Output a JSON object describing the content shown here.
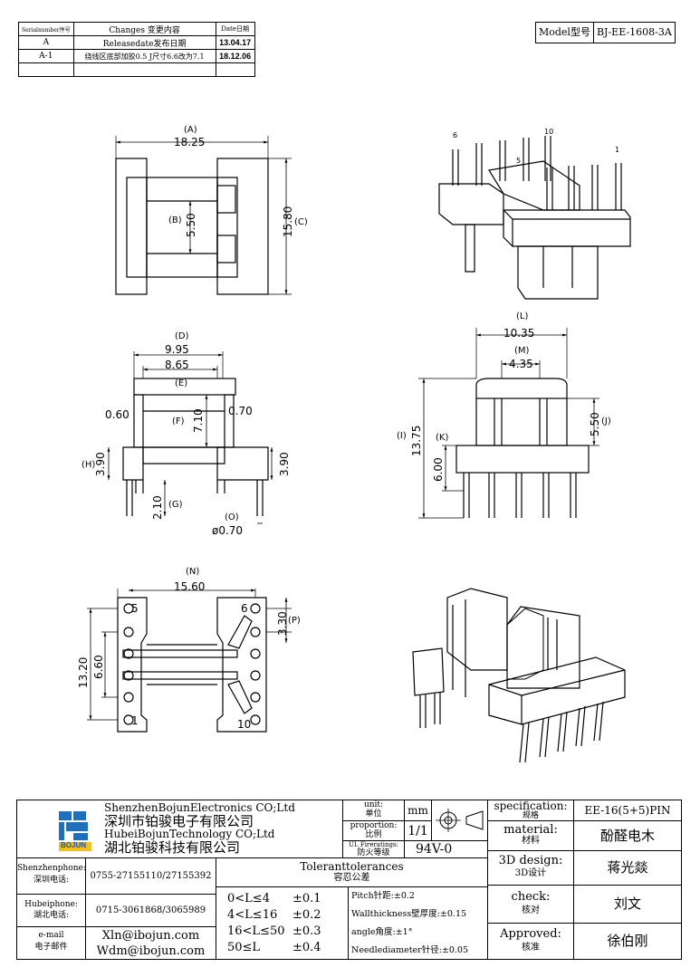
{
  "revision_table": {
    "headers": [
      "Serialnumber序号",
      "Changes 变更内容",
      "Date日期"
    ],
    "rows": [
      {
        "serial": "A",
        "change": "Releasedate发布日期",
        "date": "13.04.17"
      },
      {
        "serial": "A-1",
        "change": "绕线区底部加胶0.5 J尺寸6.6改为7.1",
        "date": "18.12.06"
      },
      {
        "serial": "",
        "change": "",
        "date": ""
      }
    ]
  },
  "model": {
    "label": "Model型号",
    "value": "BJ-EE-1608-3A"
  },
  "top_view": {
    "A_label": "(A)",
    "A_value": "18.25",
    "B_label": "(B)",
    "B_value": "5.50",
    "C_label": "(C)",
    "C_value": "15.80"
  },
  "iso_top": {
    "pin6": "6",
    "pin10": "10",
    "pin5": "5",
    "pin1": "1"
  },
  "front_view": {
    "D_label": "(D)",
    "D_value": "9.95",
    "E_label": "(E)",
    "E_value": "8.65",
    "F_label": "(F)",
    "F_value": "7.10",
    "left_gap": "0.60",
    "right_gap": "0.70",
    "H_label": "(H)",
    "H_value": "3.90",
    "H_value_r": "3.90",
    "G_label": "(G)",
    "G_value": "2.10",
    "O_label": "(O)",
    "O_value": "ø0.70"
  },
  "side_view": {
    "L_label": "(L)",
    "L_value": "10.35",
    "M_label": "(M)",
    "M_value": "4.35",
    "I_label": "(I)",
    "I_value": "13.75",
    "J_label": "(J)",
    "J_value": "5.50",
    "K_label": "(K)",
    "K_value": "6.00"
  },
  "bottom_view": {
    "N_label": "(N)",
    "N_value": "15.60",
    "P_label": "(P)",
    "P_value": "3.30",
    "v1": "13.20",
    "v2": "6.60",
    "pin5": "5",
    "pin6": "6",
    "pin1": "1",
    "pin10": "10"
  },
  "title_block": {
    "company_en1": "ShenzhenBojunElectronics CO;Ltd",
    "company_cn1": "深圳市铂骏电子有限公司",
    "company_en2": "HubeiBojunTechnology CO;Ltd",
    "company_cn2": "湖北铂骏科技有限公司",
    "logo_text": "BOJUN",
    "unit_label": "unit:",
    "unit_label_cn": "单位",
    "unit_value": "mm",
    "proportion_label": "proportion:",
    "proportion_label_cn": "比例",
    "proportion_value": "1/1",
    "fire_label": "UL Fireratings:",
    "fire_label_cn": "防火等级",
    "fire_value": "94V-0",
    "spec_label": "specification:",
    "spec_label_cn": "规格",
    "spec_value": "EE-16(5+5)PIN",
    "material_label": "material:",
    "material_label_cn": "材料",
    "material_value": "酚醛电木",
    "design_label": "3D design:",
    "design_label_cn": "3D设计",
    "design_value": "蒋光燚",
    "check_label": "check:",
    "check_label_cn": "核对",
    "check_value": "刘文",
    "approved_label": "Approved:",
    "approved_label_cn": "核准",
    "approved_value": "徐伯刚",
    "sz_phone_label": "Shenzhenphone:",
    "sz_phone_label_cn": "深圳电话:",
    "sz_phone": "0755-27155110/27155392",
    "hb_phone_label": "Hubeiphone:",
    "hb_phone_label_cn": "湖北电话:",
    "hb_phone": "0715-3061868/3065989",
    "email_label": "e-mail",
    "email_label_cn": "电子邮件",
    "email1": "Xln@ibojun.com",
    "email2": "Wdm@ibojun.com",
    "tol_title": "Toleranttolerances",
    "tol_title_cn": "容忍公差",
    "tolerances": [
      {
        "range": "0<L≤4",
        "tol": "±0.1"
      },
      {
        "range": "4<L≤16",
        "tol": "±0.2"
      },
      {
        "range": "16<L≤50",
        "tol": "±0.3"
      },
      {
        "range": "50≤L",
        "tol": "±0.4"
      }
    ],
    "pitch": "Pitch针距:±0.2",
    "wall": "Wallthickness壁厚度:±0.15",
    "angle": "angle角度:±1°",
    "needle": "Needlediameter针径:±0.05"
  }
}
